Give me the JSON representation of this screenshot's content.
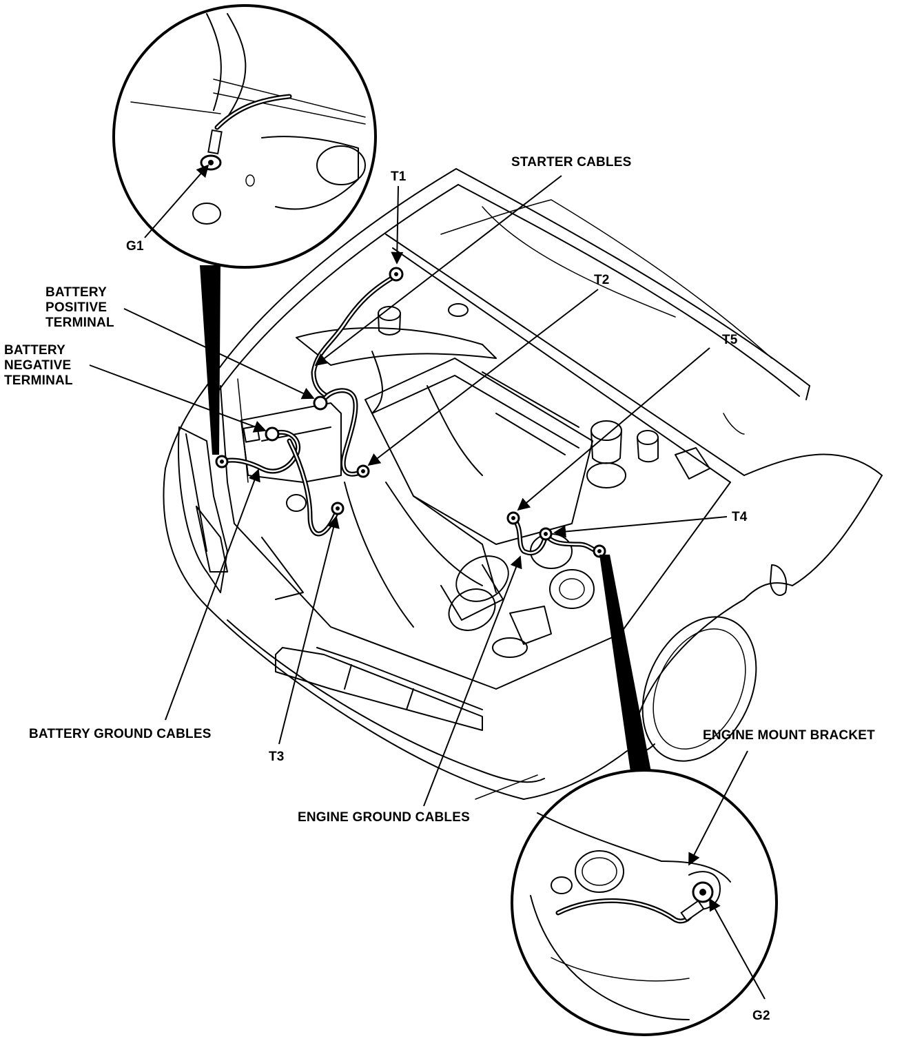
{
  "labels": {
    "starter_cables": "STARTER CABLES",
    "t1": "T1",
    "t2": "T2",
    "t3": "T3",
    "t4": "T4",
    "t5": "T5",
    "g1": "G1",
    "g2": "G2",
    "battery_positive_terminal": [
      "BATTERY",
      "POSITIVE",
      "TERMINAL"
    ],
    "battery_negative_terminal": [
      "BATTERY",
      "NEGATIVE",
      "TERMINAL"
    ],
    "battery_ground_cables": "BATTERY GROUND CABLES",
    "engine_ground_cables": "ENGINE GROUND CABLES",
    "engine_mount_bracket": "ENGINE MOUNT BRACKET"
  },
  "colors": {
    "ink": "#000000",
    "paper": "#ffffff"
  }
}
